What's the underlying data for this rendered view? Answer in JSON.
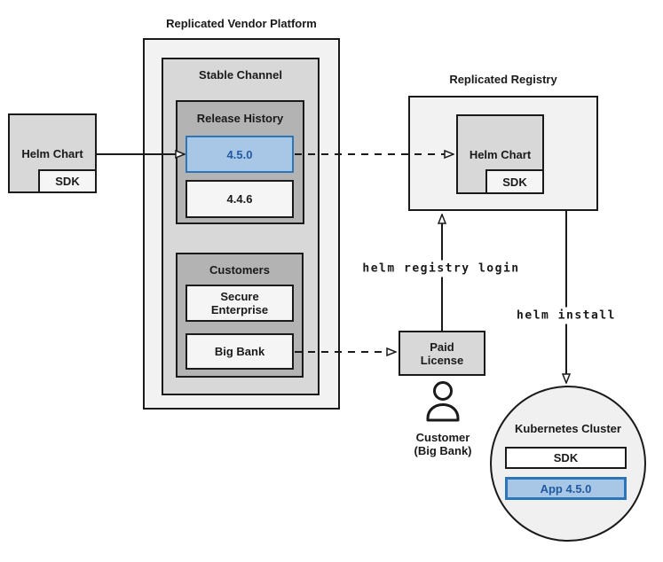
{
  "colors": {
    "highlight_fill": "#a8c7e7",
    "highlight_border": "#2e75b6",
    "highlight_text": "#1f5aa0",
    "container_light": "#f2f2f2",
    "container_gray": "#d8d8d8",
    "container_dark_gray": "#b3b3b3",
    "item_fill": "#f5f5f5",
    "stroke": "#1a1a1a"
  },
  "vendor_platform": {
    "label": "Replicated Vendor Platform",
    "stable_channel": {
      "label": "Stable Channel",
      "release_history": {
        "label": "Release History",
        "versions": [
          {
            "label": "4.5.0",
            "highlighted": true
          },
          {
            "label": "4.4.6",
            "highlighted": false
          }
        ]
      },
      "customers": {
        "label": "Customers",
        "items": [
          "Secure Enterprise",
          "Big Bank"
        ]
      }
    }
  },
  "helm_chart_source": {
    "label": "Helm Chart",
    "sdk": "SDK"
  },
  "registry": {
    "label": "Replicated Registry",
    "helm_chart": {
      "label": "Helm Chart",
      "sdk": "SDK"
    }
  },
  "paid_license": {
    "label": "Paid License"
  },
  "customer": {
    "line1": "Customer",
    "line2": "(Big Bank)"
  },
  "commands": {
    "registry_login": "helm registry login",
    "install": "helm install"
  },
  "kubernetes": {
    "label": "Kubernetes Cluster",
    "sdk": "SDK",
    "app": "App 4.5.0"
  }
}
